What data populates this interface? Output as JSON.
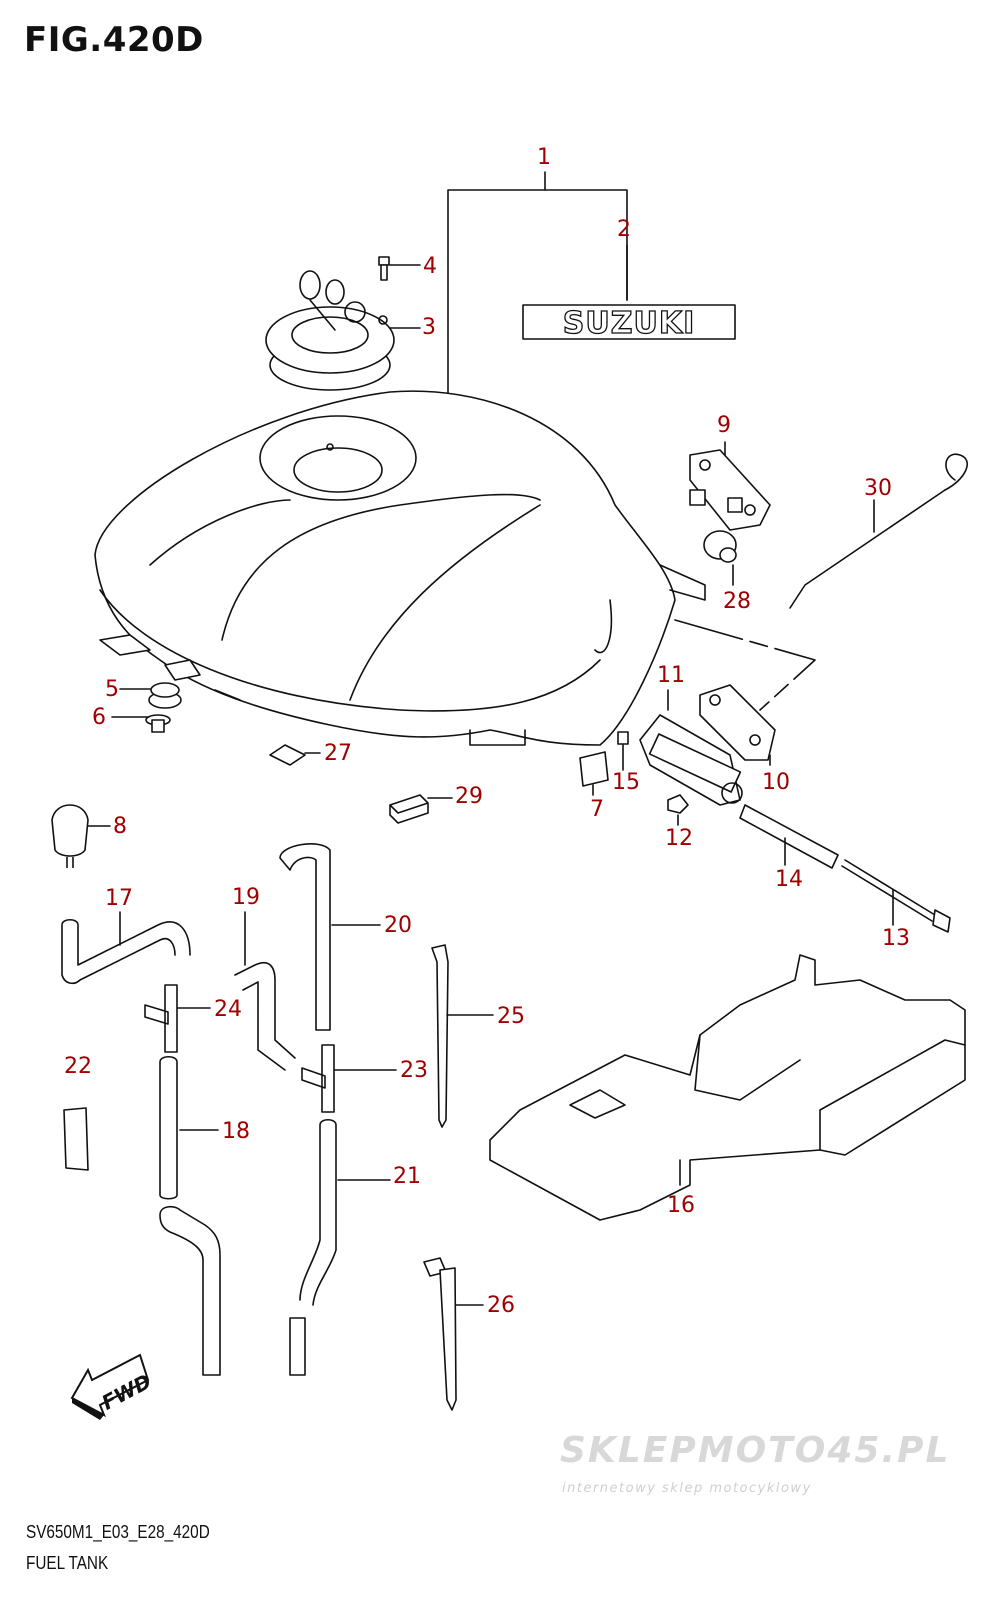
{
  "figure": {
    "title": "FIG.420D",
    "code": "SV650M1_E03_E28_420D",
    "name": "FUEL TANK",
    "emblem_text": "SUZUKI",
    "fwd_label": "FWD"
  },
  "watermark": {
    "brand": "SKLEPMOTO45.PL",
    "tagline": "internetowy sklep motocyklowy"
  },
  "callouts": [
    "1",
    "2",
    "3",
    "4",
    "5",
    "6",
    "7",
    "8",
    "9",
    "10",
    "11",
    "12",
    "13",
    "14",
    "15",
    "16",
    "17",
    "18",
    "19",
    "20",
    "21",
    "22",
    "23",
    "24",
    "25",
    "26",
    "27",
    "28",
    "29",
    "30"
  ],
  "colors": {
    "callout": "#a00000",
    "line": "#111111",
    "watermark": "#d8d8d8",
    "watermark_accent": "#f4b4b4"
  }
}
